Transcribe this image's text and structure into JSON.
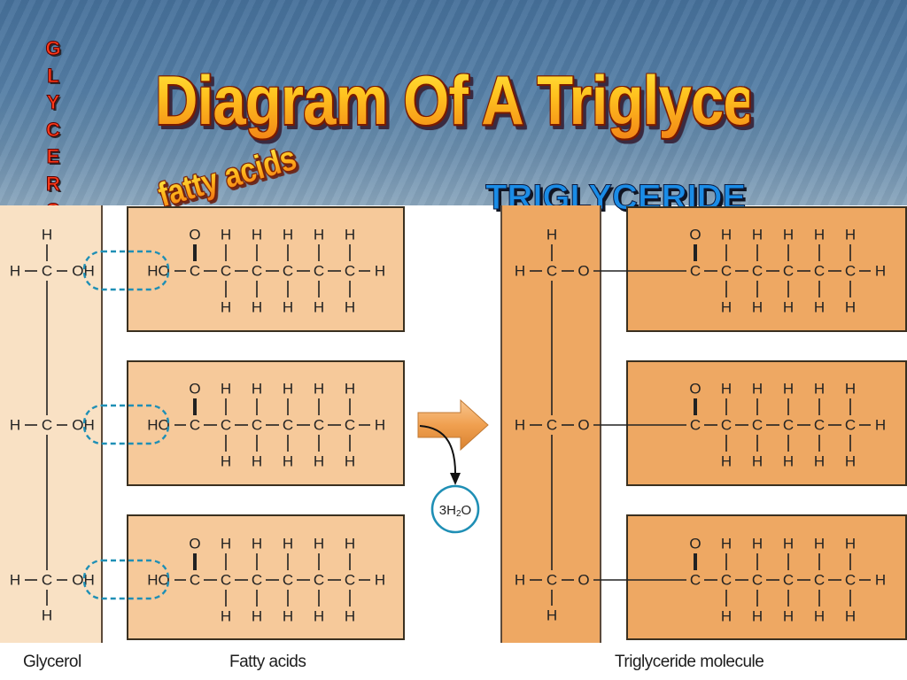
{
  "title": "Diagram Of A Triglyceride",
  "side_label": "GLYCEROL",
  "fatty_label": "fatty acids",
  "triglyceride_heading": "TRIGLYCERIDE",
  "water": "3H2O",
  "captions": {
    "glycerol": "Glycerol",
    "fatty_acids": "Fatty acids",
    "triglyceride": "Triglyceride molecule"
  },
  "atoms": {
    "h": "H",
    "c": "C",
    "o": "O",
    "oh": "OH",
    "ho": "HO"
  },
  "colors": {
    "glycerol_fill": "#f9e1c4",
    "fatty_fill": "#f6c99a",
    "triglyceride_fill": "#eea863",
    "arrow": "#f0a050",
    "dashed_ring": "#1f8fb5",
    "title_text": "#ffcc22",
    "heading_text": "#1a8ce6"
  }
}
